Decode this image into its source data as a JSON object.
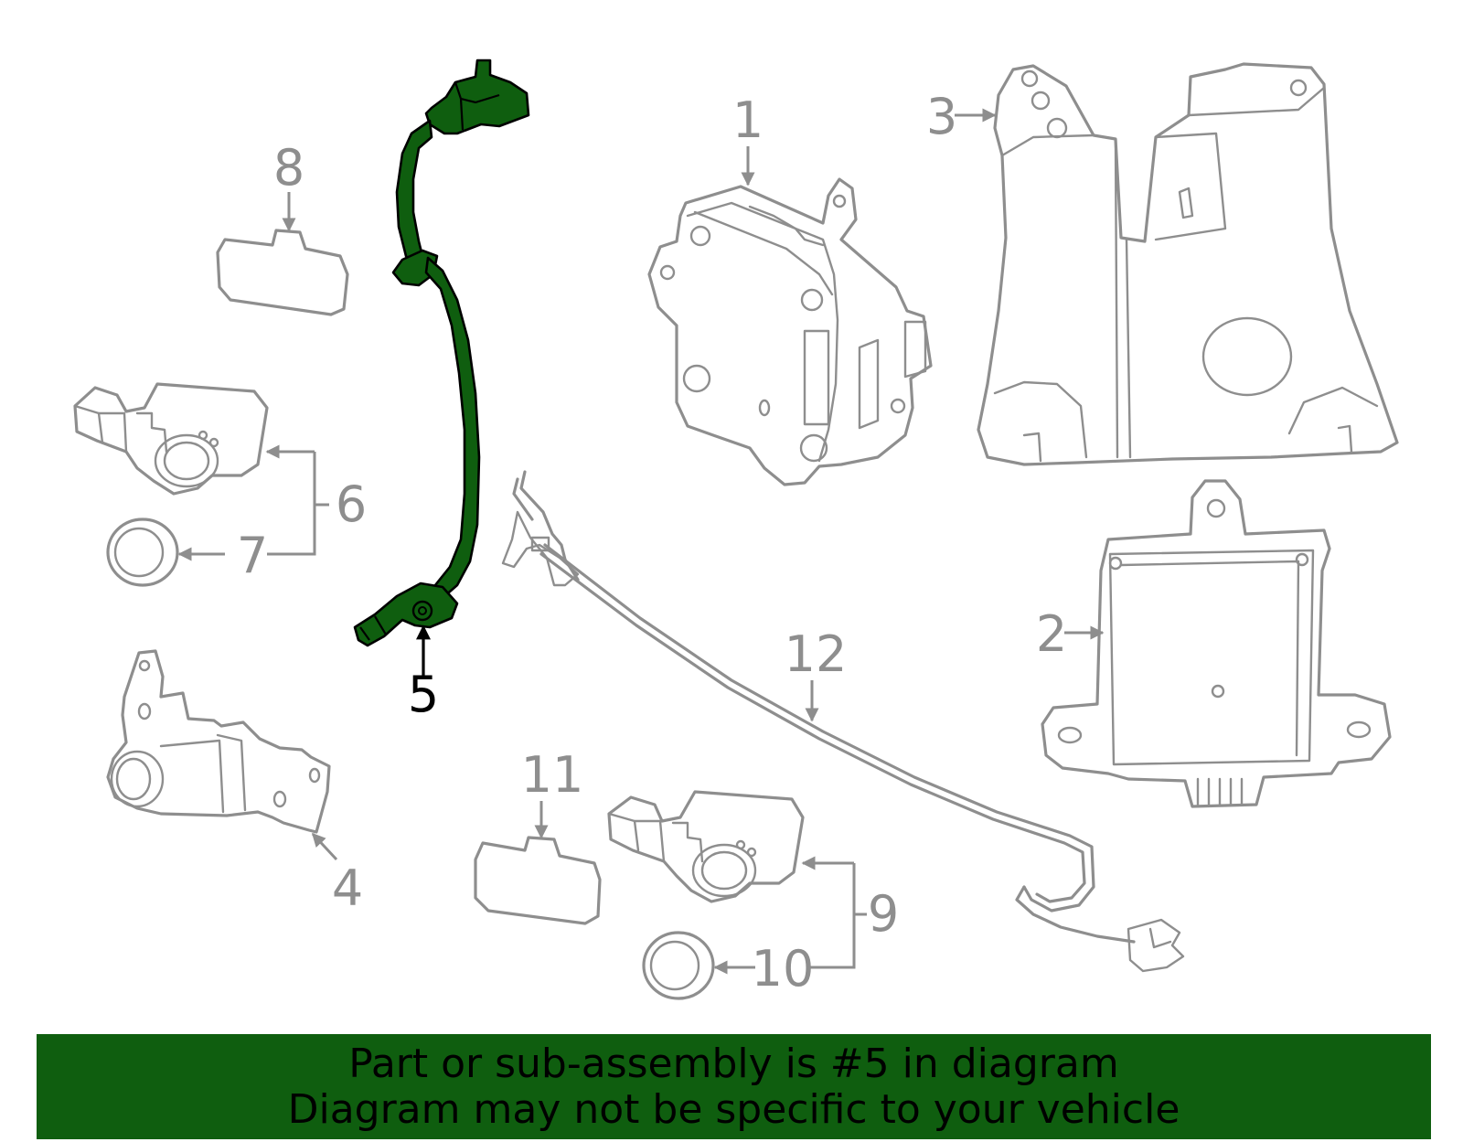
{
  "highlight_color": "#0f5e0f",
  "part_color": "#8e8e8e",
  "callouts": {
    "c1": "1",
    "c2": "2",
    "c3": "3",
    "c4": "4",
    "c5": "5",
    "c6": "6",
    "c7": "7",
    "c8": "8",
    "c9": "9",
    "c10": "10",
    "c11": "11",
    "c12": "12"
  },
  "banner": {
    "line1": "Part or sub-assembly is #5 in diagram",
    "line2": "Diagram may not be specific to your vehicle"
  }
}
